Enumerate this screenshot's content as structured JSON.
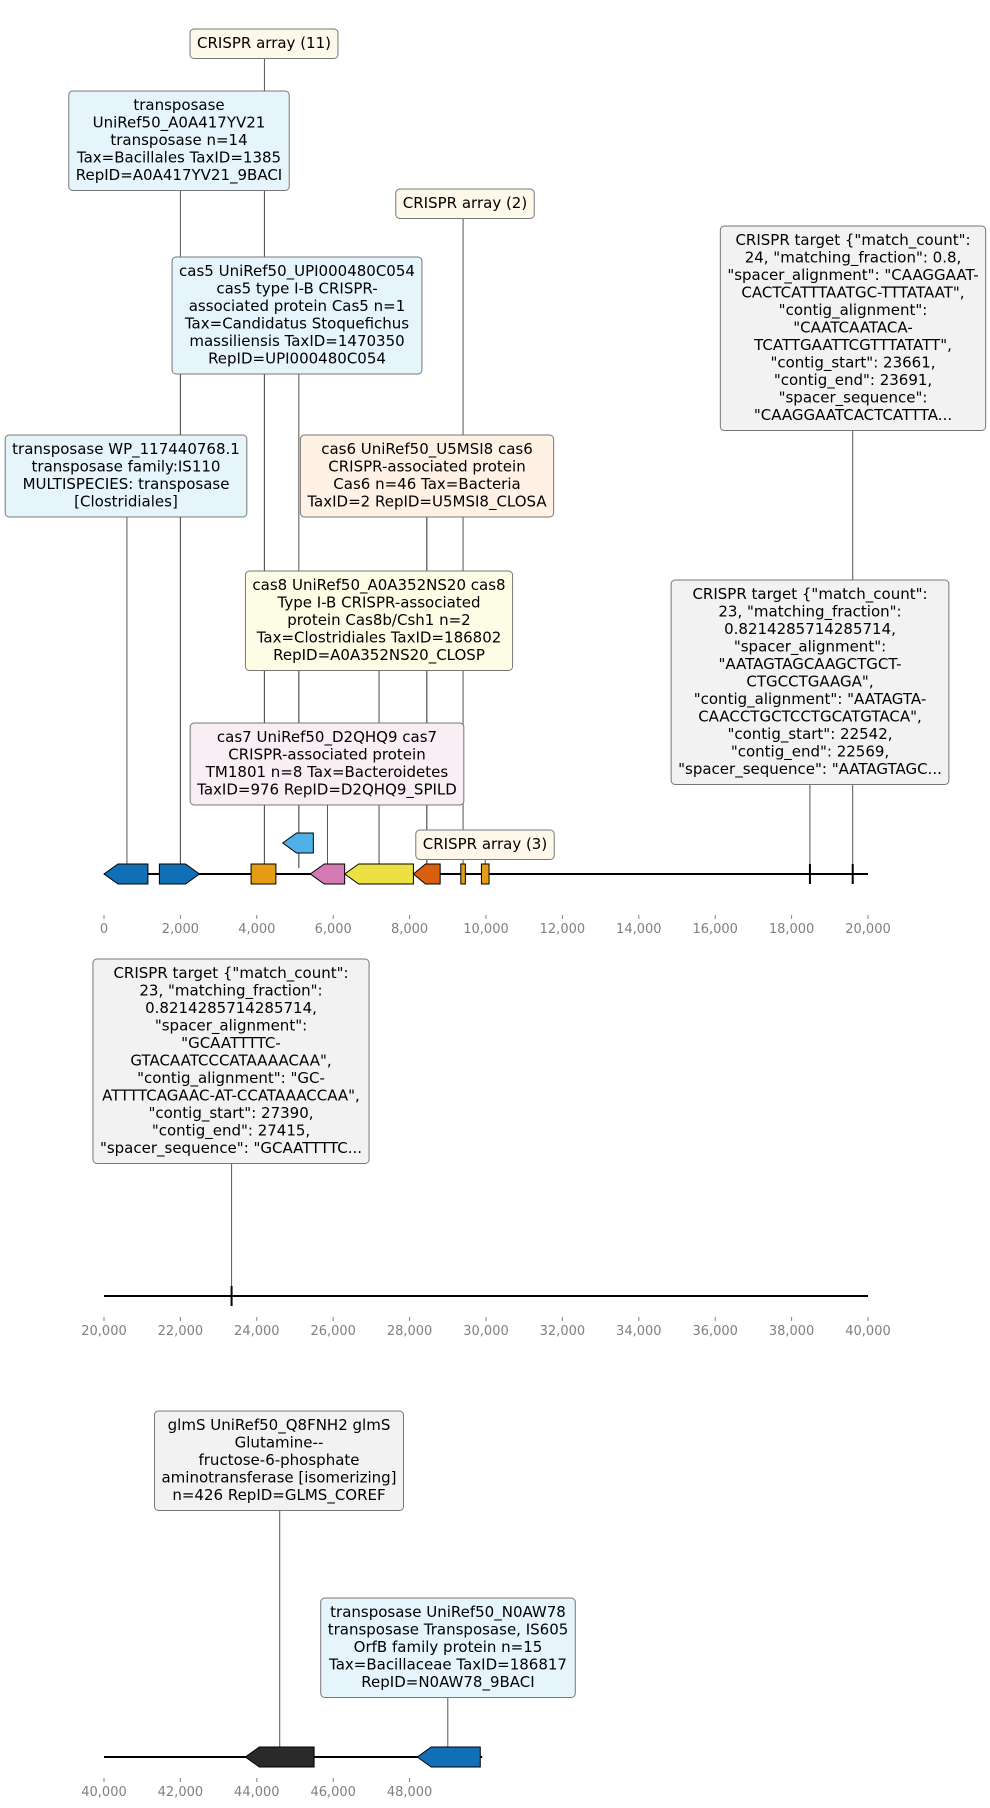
{
  "colors": {
    "blue": "#1170b5",
    "lightblue": "#4fb1e8",
    "orange": "#e59c12",
    "pink": "#d27ab1",
    "yellow": "#ede043",
    "darkorange": "#d95f10",
    "black": "#2a2a2a",
    "bg_blue": "#e6f4fb",
    "bg_cream": "#fdf8e9",
    "bg_peach": "#fff2e5",
    "bg_yellow": "#fdfde6",
    "bg_pink": "#f9eef4",
    "bg_gray": "#f2f2f2"
  },
  "tracks": [
    {
      "id": "track-1",
      "ticks": [
        "0",
        "2,000",
        "4,000",
        "6,000",
        "8,000",
        "10,000",
        "12,000",
        "14,000",
        "16,000",
        "18,000",
        "20,000"
      ],
      "features": [
        {
          "name": "transposase-gene-arrow",
          "start": 0,
          "end": 1150,
          "strand": -1,
          "row": 0,
          "color": "blue"
        },
        {
          "name": "transposase-gene-arrow-2",
          "start": 1450,
          "end": 2500,
          "strand": 1,
          "row": 0,
          "color": "blue"
        },
        {
          "name": "cas5-gene-arrow",
          "start": 3850,
          "end": 4500,
          "strand": 0,
          "row": 0,
          "color": "orange"
        },
        {
          "name": "small-gene-arrow",
          "start": 4680,
          "end": 5480,
          "strand": -1,
          "row": 1,
          "color": "lightblue"
        },
        {
          "name": "cas7-gene-arrow",
          "start": 5400,
          "end": 6300,
          "strand": -1,
          "row": 0,
          "color": "pink"
        },
        {
          "name": "cas8-gene-arrow",
          "start": 6300,
          "end": 8100,
          "strand": -1,
          "row": 0,
          "color": "yellow"
        },
        {
          "name": "cas6-gene-arrow",
          "start": 8100,
          "end": 8800,
          "strand": -1,
          "row": 0,
          "color": "darkorange"
        },
        {
          "name": "crispr-array-2-box",
          "start": 9340,
          "end": 9460,
          "strand": 0,
          "row": 0,
          "color": "orange"
        },
        {
          "name": "crispr-array-3-box",
          "start": 9880,
          "end": 10080,
          "strand": 0,
          "row": 0,
          "color": "orange"
        }
      ],
      "markers": [
        18480,
        19600
      ]
    },
    {
      "id": "track-2",
      "ticks": [
        "20,000",
        "22,000",
        "24,000",
        "26,000",
        "28,000",
        "30,000",
        "32,000",
        "34,000",
        "36,000",
        "38,000",
        "40,000"
      ],
      "features": [],
      "markers": [
        23340
      ]
    },
    {
      "id": "track-3",
      "ticks": [
        "40,000",
        "42,000",
        "44,000",
        "46,000",
        "48,000"
      ],
      "features": [
        {
          "name": "glms-gene-arrow",
          "start": 43700,
          "end": 45500,
          "strand": -1,
          "row": 0,
          "color": "black"
        },
        {
          "name": "transposase-n0aw78-gene-arrow",
          "start": 48200,
          "end": 49850,
          "strand": -1,
          "row": 0,
          "color": "blue"
        }
      ],
      "markers": []
    }
  ],
  "annotations": [
    {
      "id": "crispr-array-11",
      "track": 0,
      "pos": 4200,
      "bg": "bg_cream",
      "lines": [
        "CRISPR array (11)"
      ]
    },
    {
      "id": "transposase-a0a417yv21",
      "track": 0,
      "pos": 4200,
      "bg": "bg_blue",
      "lines": [
        "transposase",
        "UniRef50_A0A417YV21",
        "transposase n=14",
        "Tax=Bacillales TaxID=1385",
        "RepID=A0A417YV21_9BACI"
      ]
    },
    {
      "id": "crispr-array-2",
      "track": 0,
      "pos": 9400,
      "bg": "bg_cream",
      "lines": [
        "CRISPR array (2)"
      ]
    },
    {
      "id": "cas5",
      "track": 0,
      "pos": 2000,
      "bg": "bg_blue",
      "lines": [
        "cas5 UniRef50_UPI000480C054",
        "cas5 type I-B CRISPR-",
        "associated protein Cas5 n=1",
        "Tax=Candidatus Stoquefichus",
        "massiliensis TaxID=1470350",
        "RepID=UPI000480C054"
      ]
    },
    {
      "id": "crispr-target-1",
      "track": 0,
      "pos": 19600,
      "bg": "bg_gray",
      "lines": [
        "CRISPR target {\"match_count\":",
        "24, \"matching_fraction\": 0.8,",
        "\"spacer_alignment\": \"CAAGGAAT-",
        "CACTCATTTAATGC-TTTATAAT\",",
        "\"contig_alignment\":",
        "\"CAATCAATACA-",
        "TCATTGAATTCGTTTATATT\",",
        "\"contig_start\": 23661,",
        "\"contig_end\": 23691,",
        "\"spacer_sequence\":",
        "\"CAAGGAATCACTCATTTA..."
      ]
    },
    {
      "id": "transposase-wp117440768",
      "track": 0,
      "pos": 600,
      "bg": "bg_blue",
      "lines": [
        "transposase WP_117440768.1",
        "transposase family:IS110",
        "MULTISPECIES: transposase",
        "[Clostridiales]"
      ]
    },
    {
      "id": "cas6",
      "track": 0,
      "pos": 8450,
      "bg": "bg_peach",
      "lines": [
        "cas6 UniRef50_U5MSI8 cas6",
        "CRISPR-associated protein",
        "Cas6 n=46 Tax=Bacteria",
        "TaxID=2 RepID=U5MSI8_CLOSA"
      ]
    },
    {
      "id": "cas8",
      "track": 0,
      "pos": 7200,
      "bg": "bg_yellow",
      "lines": [
        "cas8 UniRef50_A0A352NS20 cas8",
        "Type I-B CRISPR-associated",
        "protein Cas8b/Csh1 n=2",
        "Tax=Clostridiales TaxID=186802",
        "RepID=A0A352NS20_CLOSP"
      ]
    },
    {
      "id": "crispr-target-2",
      "track": 0,
      "pos": 18480,
      "bg": "bg_gray",
      "lines": [
        "CRISPR target {\"match_count\":",
        "23, \"matching_fraction\":",
        "0.8214285714285714,",
        "\"spacer_alignment\":",
        "\"AATAGTAGCAAGCTGCT-",
        "CTGCCTGAAGA\",",
        "\"contig_alignment\": \"AATAGTA-",
        "CAACCTGCTCCTGCATGTACA\",",
        "\"contig_start\": 22542,",
        "\"contig_end\": 22569,",
        "\"spacer_sequence\": \"AATAGTAGC..."
      ]
    },
    {
      "id": "cas7",
      "track": 0,
      "pos": 5850,
      "bg": "bg_pink",
      "lines": [
        "cas7 UniRef50_D2QHQ9 cas7",
        "CRISPR-associated protein",
        "TM1801 n=8 Tax=Bacteroidetes",
        "TaxID=976 RepID=D2QHQ9_SPILD"
      ]
    },
    {
      "id": "crispr-array-3",
      "track": 0,
      "pos": 9980,
      "bg": "bg_cream",
      "lines": [
        "CRISPR array (3)"
      ]
    },
    {
      "id": "crispr-target-3",
      "track": 1,
      "pos": 23340,
      "bg": "bg_gray",
      "lines": [
        "CRISPR target {\"match_count\":",
        "23, \"matching_fraction\":",
        "0.8214285714285714,",
        "\"spacer_alignment\":",
        "\"GCAATTTTC-",
        "GTACAATCCCATAAAACAA\",",
        "\"contig_alignment\": \"GC-",
        "ATTTTCAGAAC-AT-CCATAAACCAA\",",
        "\"contig_start\": 27390,",
        "\"contig_end\": 27415,",
        "\"spacer_sequence\": \"GCAATTTTC..."
      ]
    },
    {
      "id": "glms",
      "track": 2,
      "pos": 44600,
      "bg": "bg_gray",
      "lines": [
        "glmS UniRef50_Q8FNH2 glmS",
        "Glutamine--",
        "fructose-6-phosphate",
        "aminotransferase [isomerizing]",
        "n=426 RepID=GLMS_COREF"
      ]
    },
    {
      "id": "transposase-n0aw78",
      "track": 2,
      "pos": 49000,
      "bg": "bg_blue",
      "lines": [
        "transposase UniRef50_N0AW78",
        "transposase Transposase, IS605",
        "OrfB family protein n=15",
        "Tax=Bacillaceae TaxID=186817",
        "RepID=N0AW78_9BACI"
      ]
    }
  ]
}
